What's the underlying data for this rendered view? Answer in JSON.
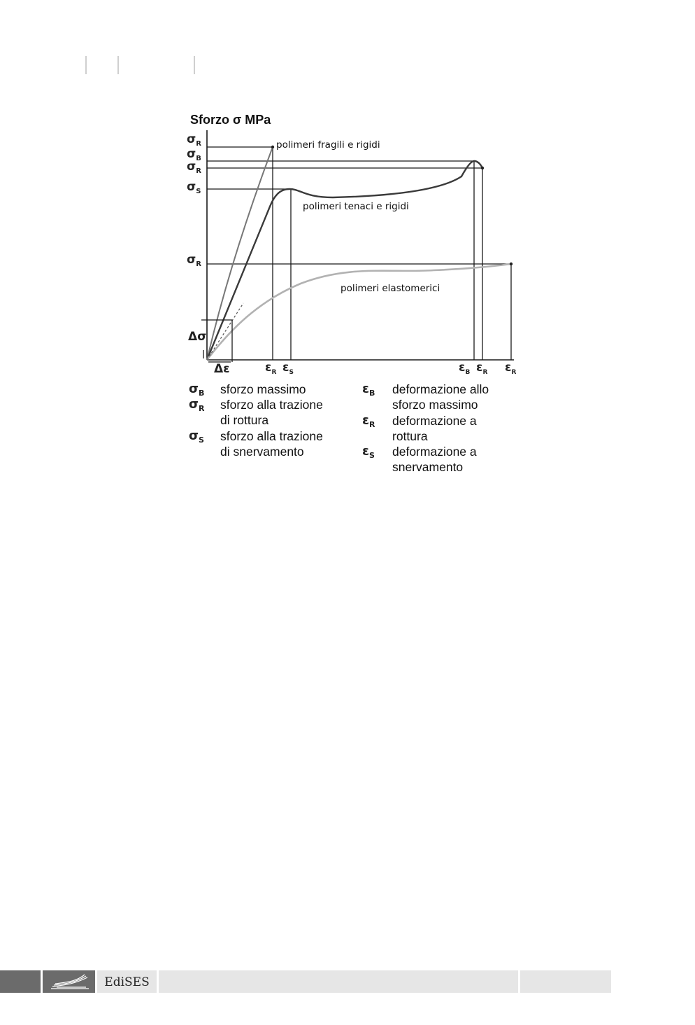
{
  "diagram": {
    "title": "Sforzo σ MPa",
    "y_labels": [
      {
        "sym": "σ",
        "sub": "R"
      },
      {
        "sym": "σ",
        "sub": "B"
      },
      {
        "sym": "σ",
        "sub": "R"
      },
      {
        "sym": "σ",
        "sub": "S"
      },
      {
        "sym": "σ",
        "sub": "R"
      }
    ],
    "x_labels": [
      {
        "sym": "ε",
        "sub": "R"
      },
      {
        "sym": "ε",
        "sub": "S"
      },
      {
        "sym": "ε",
        "sub": "B"
      },
      {
        "sym": "ε",
        "sub": "R"
      },
      {
        "sym": "ε",
        "sub": "R"
      }
    ],
    "delta_sigma": "Δσ",
    "delta_epsilon": "Δε",
    "curves": {
      "fragili": "polimeri fragili e rigidi",
      "tenaci": "polimeri tenaci e rigidi",
      "elastomerici": "polimeri elastomerici"
    },
    "colors": {
      "fragili": "#777777",
      "tenaci": "#3a3a3a",
      "elastomerici": "#b2b2b2"
    }
  },
  "legend": {
    "left": [
      {
        "sym": "σ",
        "sub": "B",
        "text": "sforzo massimo"
      },
      {
        "sym": "σ",
        "sub": "R",
        "text": "sforzo alla trazione\ndi rottura"
      },
      {
        "sym": "σ",
        "sub": "S",
        "text": "sforzo alla trazione\ndi snervamento"
      }
    ],
    "right": [
      {
        "sym": "ε",
        "sub": "B",
        "text": "deformazione allo\nsforzo massimo"
      },
      {
        "sym": "ε",
        "sub": "R",
        "text": "deformazione a\nrottura"
      },
      {
        "sym": "ε",
        "sub": "S",
        "text": "deformazione a\nsnervamento"
      }
    ]
  },
  "footer": {
    "brand": "EdiSES",
    "logo_icon": "book-pages-icon"
  }
}
